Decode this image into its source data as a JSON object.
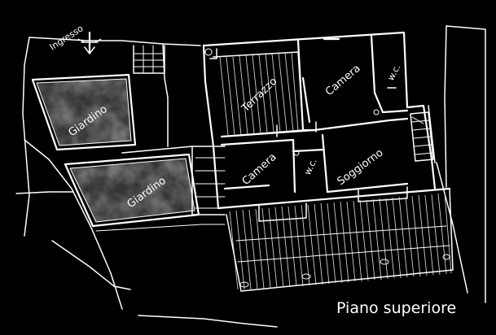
{
  "plan": {
    "title": "Piano superiore",
    "labels": {
      "ingresso": "Ingresso",
      "giardino_top": "Giardino",
      "giardino_bottom": "Giardino",
      "terrazzo": "Terrazzo",
      "camera_top": "Camera",
      "wc_top": "w.c.",
      "camera_bottom": "Camera",
      "wc_bottom": "w.c.",
      "soggiorno": "Soggiorno"
    },
    "colors": {
      "background": "#000000",
      "lines": "#ffffff",
      "garden_fill": "#6e6e6e"
    }
  }
}
